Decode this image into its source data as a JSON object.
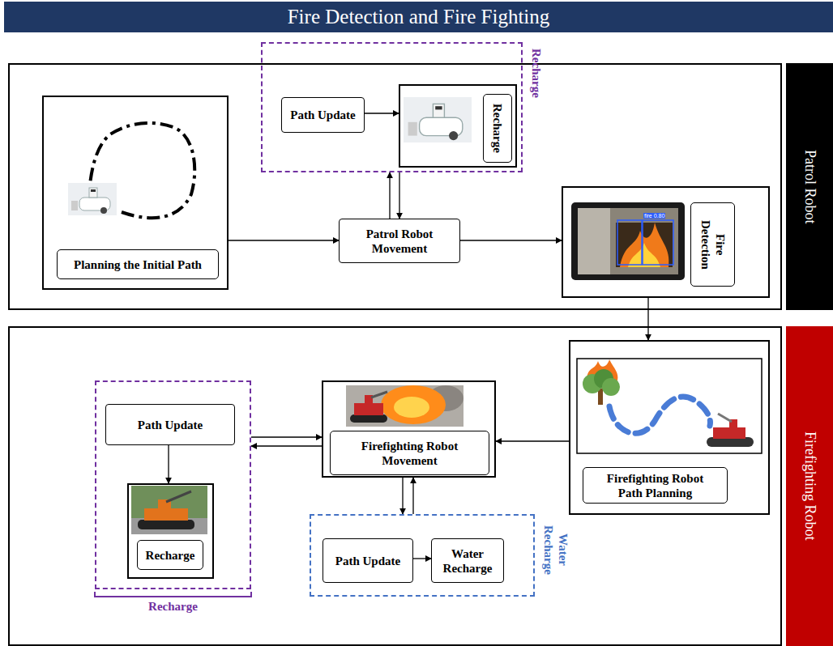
{
  "diagram": {
    "title": "Fire Detection and Fire Fighting",
    "nodes": [
      {
        "text": [
          "Patrol Robot"
        ]
      },
      {
        "text": [
          "Planning the Initial Path"
        ],
        "in": 0
      },
      {
        "text": [
          "Recharge"
        ],
        "in": 0
      },
      {
        "text": [
          "Path Update"
        ],
        "in": 2
      },
      {
        "text": [
          "Recharge"
        ],
        "in": 2
      },
      {
        "text": [
          "Patrol Robot Movement"
        ],
        "in": 0
      },
      {
        "text": [
          "Fire Detection"
        ],
        "in": 0
      },
      {
        "text": [
          "Firefighting Robot"
        ]
      },
      {
        "text": [
          "Firefighting Robot Path Planning"
        ],
        "in": 7
      },
      {
        "text": [
          "Firefighting Robot Movement"
        ],
        "in": 7
      },
      {
        "text": [
          "Recharge"
        ],
        "in": 7
      },
      {
        "text": [
          "Path Update"
        ],
        "in": 10
      },
      {
        "text": [
          "Recharge"
        ],
        "in": 10
      },
      {
        "text": [
          "Water Recharge"
        ],
        "in": 7
      },
      {
        "text": [
          "Path Update"
        ],
        "in": 13
      },
      {
        "text": [
          "Water Recharge"
        ],
        "in": 13
      }
    ],
    "edges": [
      {
        "from": 1,
        "to": 5,
        "arrow": "to"
      },
      {
        "from": 5,
        "to": 2,
        "arrow": "to"
      },
      {
        "from": 2,
        "to": 5,
        "arrow": "to"
      },
      {
        "from": 3,
        "to": 4,
        "arrow": "to"
      },
      {
        "from": 5,
        "to": 6,
        "arrow": "to"
      },
      {
        "from": 6,
        "to": 8,
        "arrow": "to"
      },
      {
        "from": 8,
        "to": 9,
        "arrow": "to"
      },
      {
        "from": 10,
        "to": 9,
        "arrow": "to"
      },
      {
        "from": 9,
        "to": 10,
        "arrow": "to"
      },
      {
        "from": 11,
        "to": 12,
        "arrow": "to"
      },
      {
        "from": 9,
        "to": 13,
        "arrow": "to"
      },
      {
        "from": 13,
        "to": 9,
        "arrow": "to"
      },
      {
        "from": 14,
        "to": 15,
        "arrow": "to"
      }
    ],
    "labels": [
      "fire 0.80"
    ]
  }
}
